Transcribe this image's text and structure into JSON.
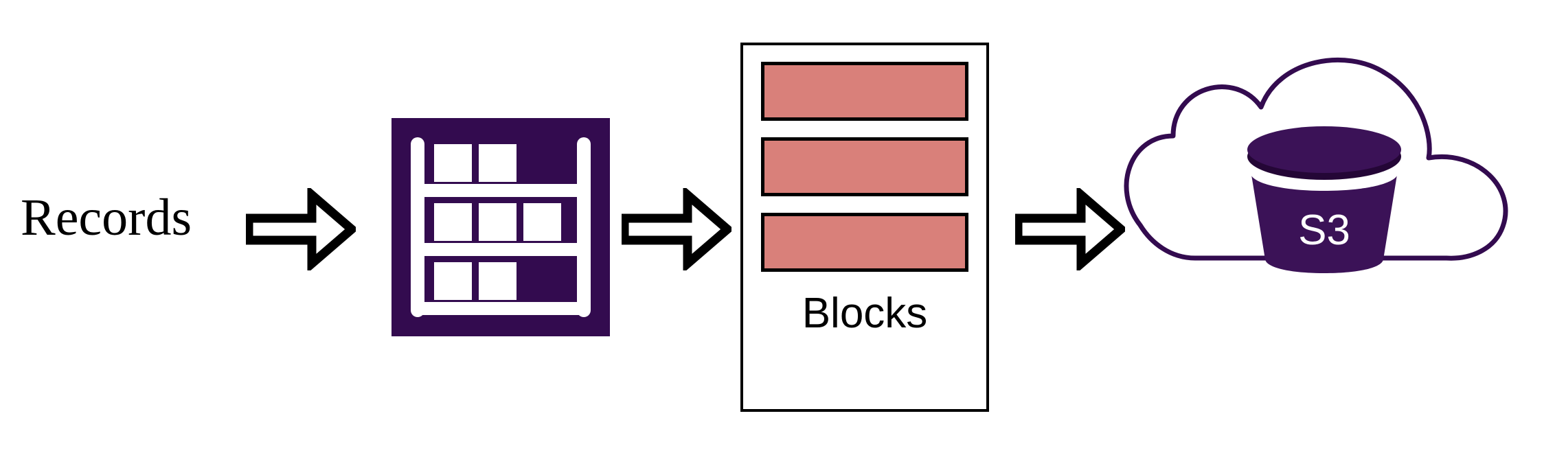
{
  "diagram": {
    "title": "Records to S3 storage pipeline",
    "background_color": "#ffffff",
    "accent_purple": "#330B4F",
    "block_salmon": "#d9807a",
    "outline_black": "#000000"
  },
  "stages": {
    "records": {
      "label": "Records",
      "icon": "text-label"
    },
    "storage_rack": {
      "icon": "rack-icon",
      "shelf_rows": [
        2,
        3,
        2
      ],
      "fill_color": "#330B4F"
    },
    "blocks": {
      "caption": "Blocks",
      "block_count": 3,
      "block_color": "#d9807a",
      "panel_border_color": "#000000"
    },
    "cloud_storage": {
      "label": "S3",
      "icon": "cloud-bucket-icon",
      "stroke_color": "#330B4F",
      "bucket_color": "#3B1257"
    }
  },
  "arrows": [
    {
      "name": "arrow-records-to-rack",
      "direction": "right"
    },
    {
      "name": "arrow-rack-to-blocks",
      "direction": "right"
    },
    {
      "name": "arrow-blocks-to-s3",
      "direction": "right"
    }
  ]
}
